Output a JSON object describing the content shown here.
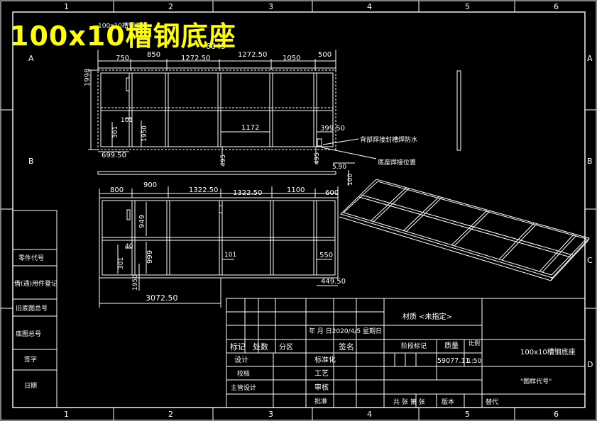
{
  "title": "100x10槽钢底座",
  "frame": {
    "cols": [
      "1",
      "2",
      "3",
      "4",
      "5",
      "6"
    ],
    "rows": [
      "A",
      "B",
      "C",
      "D"
    ]
  },
  "top_view": {
    "overall_width": "6045",
    "height_dim": "1998",
    "segments": [
      "750",
      "850",
      "1272.50",
      "1272.50",
      "1050",
      "500"
    ],
    "dims": {
      "d699": "699.50",
      "d301": "301",
      "d101": "101",
      "d1950": "1950",
      "d1172": "1172",
      "d399": "399.50",
      "d495a": "495",
      "d495b": "495",
      "d590": "5.90",
      "d100": "100"
    },
    "notes": {
      "waterproof": "背部焊接封槽焊防水",
      "weld": "底座焊接位置"
    }
  },
  "front_view": {
    "segments": [
      "800",
      "900",
      "1322.50",
      "1322.50",
      "1100",
      "600"
    ],
    "dims": {
      "d949": "949",
      "d999": "999",
      "d40": "40",
      "d301": "301",
      "d1950": "1950",
      "d101": "101",
      "d550": "550",
      "d4495": "449.50",
      "d3072": "3072.50"
    }
  },
  "left_table": [
    "零件代号",
    "借(通)用件登记",
    "旧底图总号",
    "底图总号",
    "签字",
    "日期"
  ],
  "title_block": {
    "date_line": "年 月 日2020/4/5 星期日",
    "material": "材质 <未指定>",
    "row_labels": [
      "标记",
      "处数",
      "分区",
      "签名"
    ],
    "design": "设计",
    "check": "校核",
    "chief": "主管设计",
    "standard": "标准化",
    "craft": "工艺",
    "review": "审核",
    "approve": "批准",
    "stage": "阶段标记",
    "weight": "质量",
    "scale": "比例",
    "weight_val": "59077.11",
    "scale_val": "1:50",
    "name": "100x10槽钢底座",
    "drawing_code": "\"图样代号\"",
    "sheets": "共 张 第 张",
    "version": "版本",
    "replace": "替代"
  }
}
